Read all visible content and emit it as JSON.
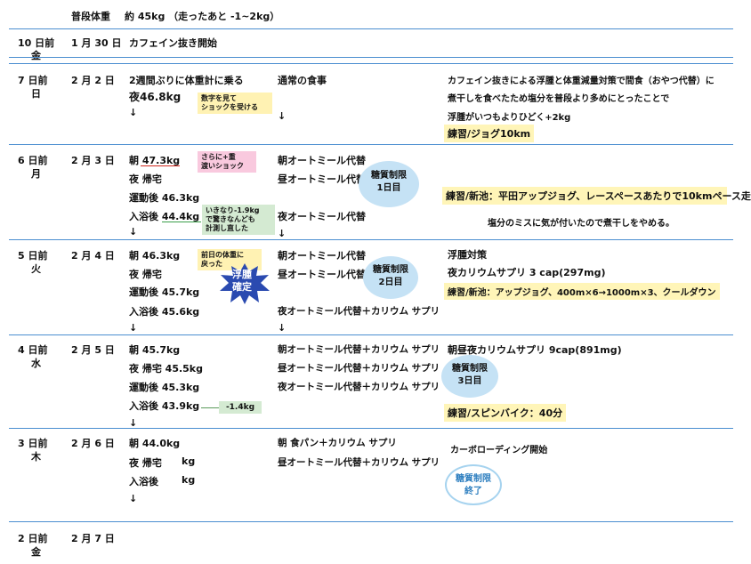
{
  "header": {
    "label": "普段体重",
    "value": "約 45kg （走ったあと -1~2kg）"
  },
  "rows": [
    {
      "day": "10 日前",
      "dow": "金",
      "date": "1 月 30 日",
      "col3": "カフェイン抜き開始"
    },
    {
      "day": "7 日前",
      "dow": "日",
      "date": "2 月 2 日",
      "w1": "2週間ぶりに体重計に乗る",
      "w2": "夜46.8kg",
      "w3": "↓",
      "m1": "通常の食事",
      "m2": "↓",
      "n1": "カフェイン抜きによる浮腫と体重減量対策で間食（おやつ代替）に",
      "n2": "煮干しを食べたため塩分を普段より多めにとったことで",
      "n3": "浮腫がいつもよりひどく+2kg",
      "n4": "練習/ジョグ10km",
      "note": "数字を見て\nショックを受ける"
    },
    {
      "day": "6 日前",
      "dow": "月",
      "date": "2 月 3 日",
      "w1": "朝 47.3kg",
      "w2": "夜 帰宅",
      "w3": "運動後 46.3kg",
      "w4": "入浴後 44.4kg",
      "w5": "↓",
      "m1": "朝オートミール代替",
      "m2": "昼オートミール代替",
      "m3": "夜オートミール代替",
      "m4": "↓",
      "bubble": "糖質制限\n1日目",
      "n1": "練習/新池：平田アップジョグ、レースペースあたりで10kmペース走",
      "n2": "塩分のミスに気が付いたので煮干しをやめる。",
      "note1": "さらに+重\n渡いショック",
      "note2": "いきなり-1.9kg\nで驚きなんども\n計測し直した"
    },
    {
      "day": "5 日前",
      "dow": "火",
      "date": "2 月 4 日",
      "w1": "朝 46.3kg",
      "w2": "夜 帰宅",
      "w3": "運動後 45.7kg",
      "w4": "入浴後 45.6kg",
      "w5": "↓",
      "m1": "朝オートミール代替",
      "m2": "昼オートミール代替",
      "m3": "夜オートミール代替＋カリウム サプリ",
      "m4": "↓",
      "bubble": "糖質制限\n2日目",
      "n1": "浮腫対策",
      "n2": "夜カリウムサプリ 3 cap(297mg)",
      "n3": "練習/新池：アップジョグ、400m×6→1000m×3、クールダウン",
      "note": "前日の体重に\n戻った",
      "star": "浮腫\n確定"
    },
    {
      "day": "4 日前",
      "dow": "水",
      "date": "2 月 5 日",
      "w1": "朝 45.7kg",
      "w2": "夜 帰宅 45.5kg",
      "w3": "運動後 45.3kg",
      "w4": "入浴後 43.9kg",
      "w5": "↓",
      "m1": "朝オートミール代替＋カリウム サプリ",
      "m2": "昼オートミール代替＋カリウム サプリ",
      "m3": "夜オートミール代替＋カリウム サプリ",
      "bubble": "糖質制限\n3日目",
      "n1": "朝昼夜カリウムサプリ 9cap(891mg)",
      "n2": "練習/スピンバイク：40分",
      "note": "-1.4kg"
    },
    {
      "day": "3 日前",
      "dow": "木",
      "date": "2 月 6 日",
      "w1": "朝 44.0kg",
      "w2": "夜 帰宅",
      "w2b": "kg",
      "w3": "入浴後",
      "w3b": "kg",
      "w4": "↓",
      "m1": "朝 食パン＋カリウム サプリ",
      "m2": "昼オートミール代替＋カリウム サプリ",
      "n1": "カーボローディング開始",
      "bubble": "糖質制限\n終了"
    },
    {
      "day": "2 日前",
      "dow": "金",
      "date": "2 月 7 日"
    }
  ]
}
